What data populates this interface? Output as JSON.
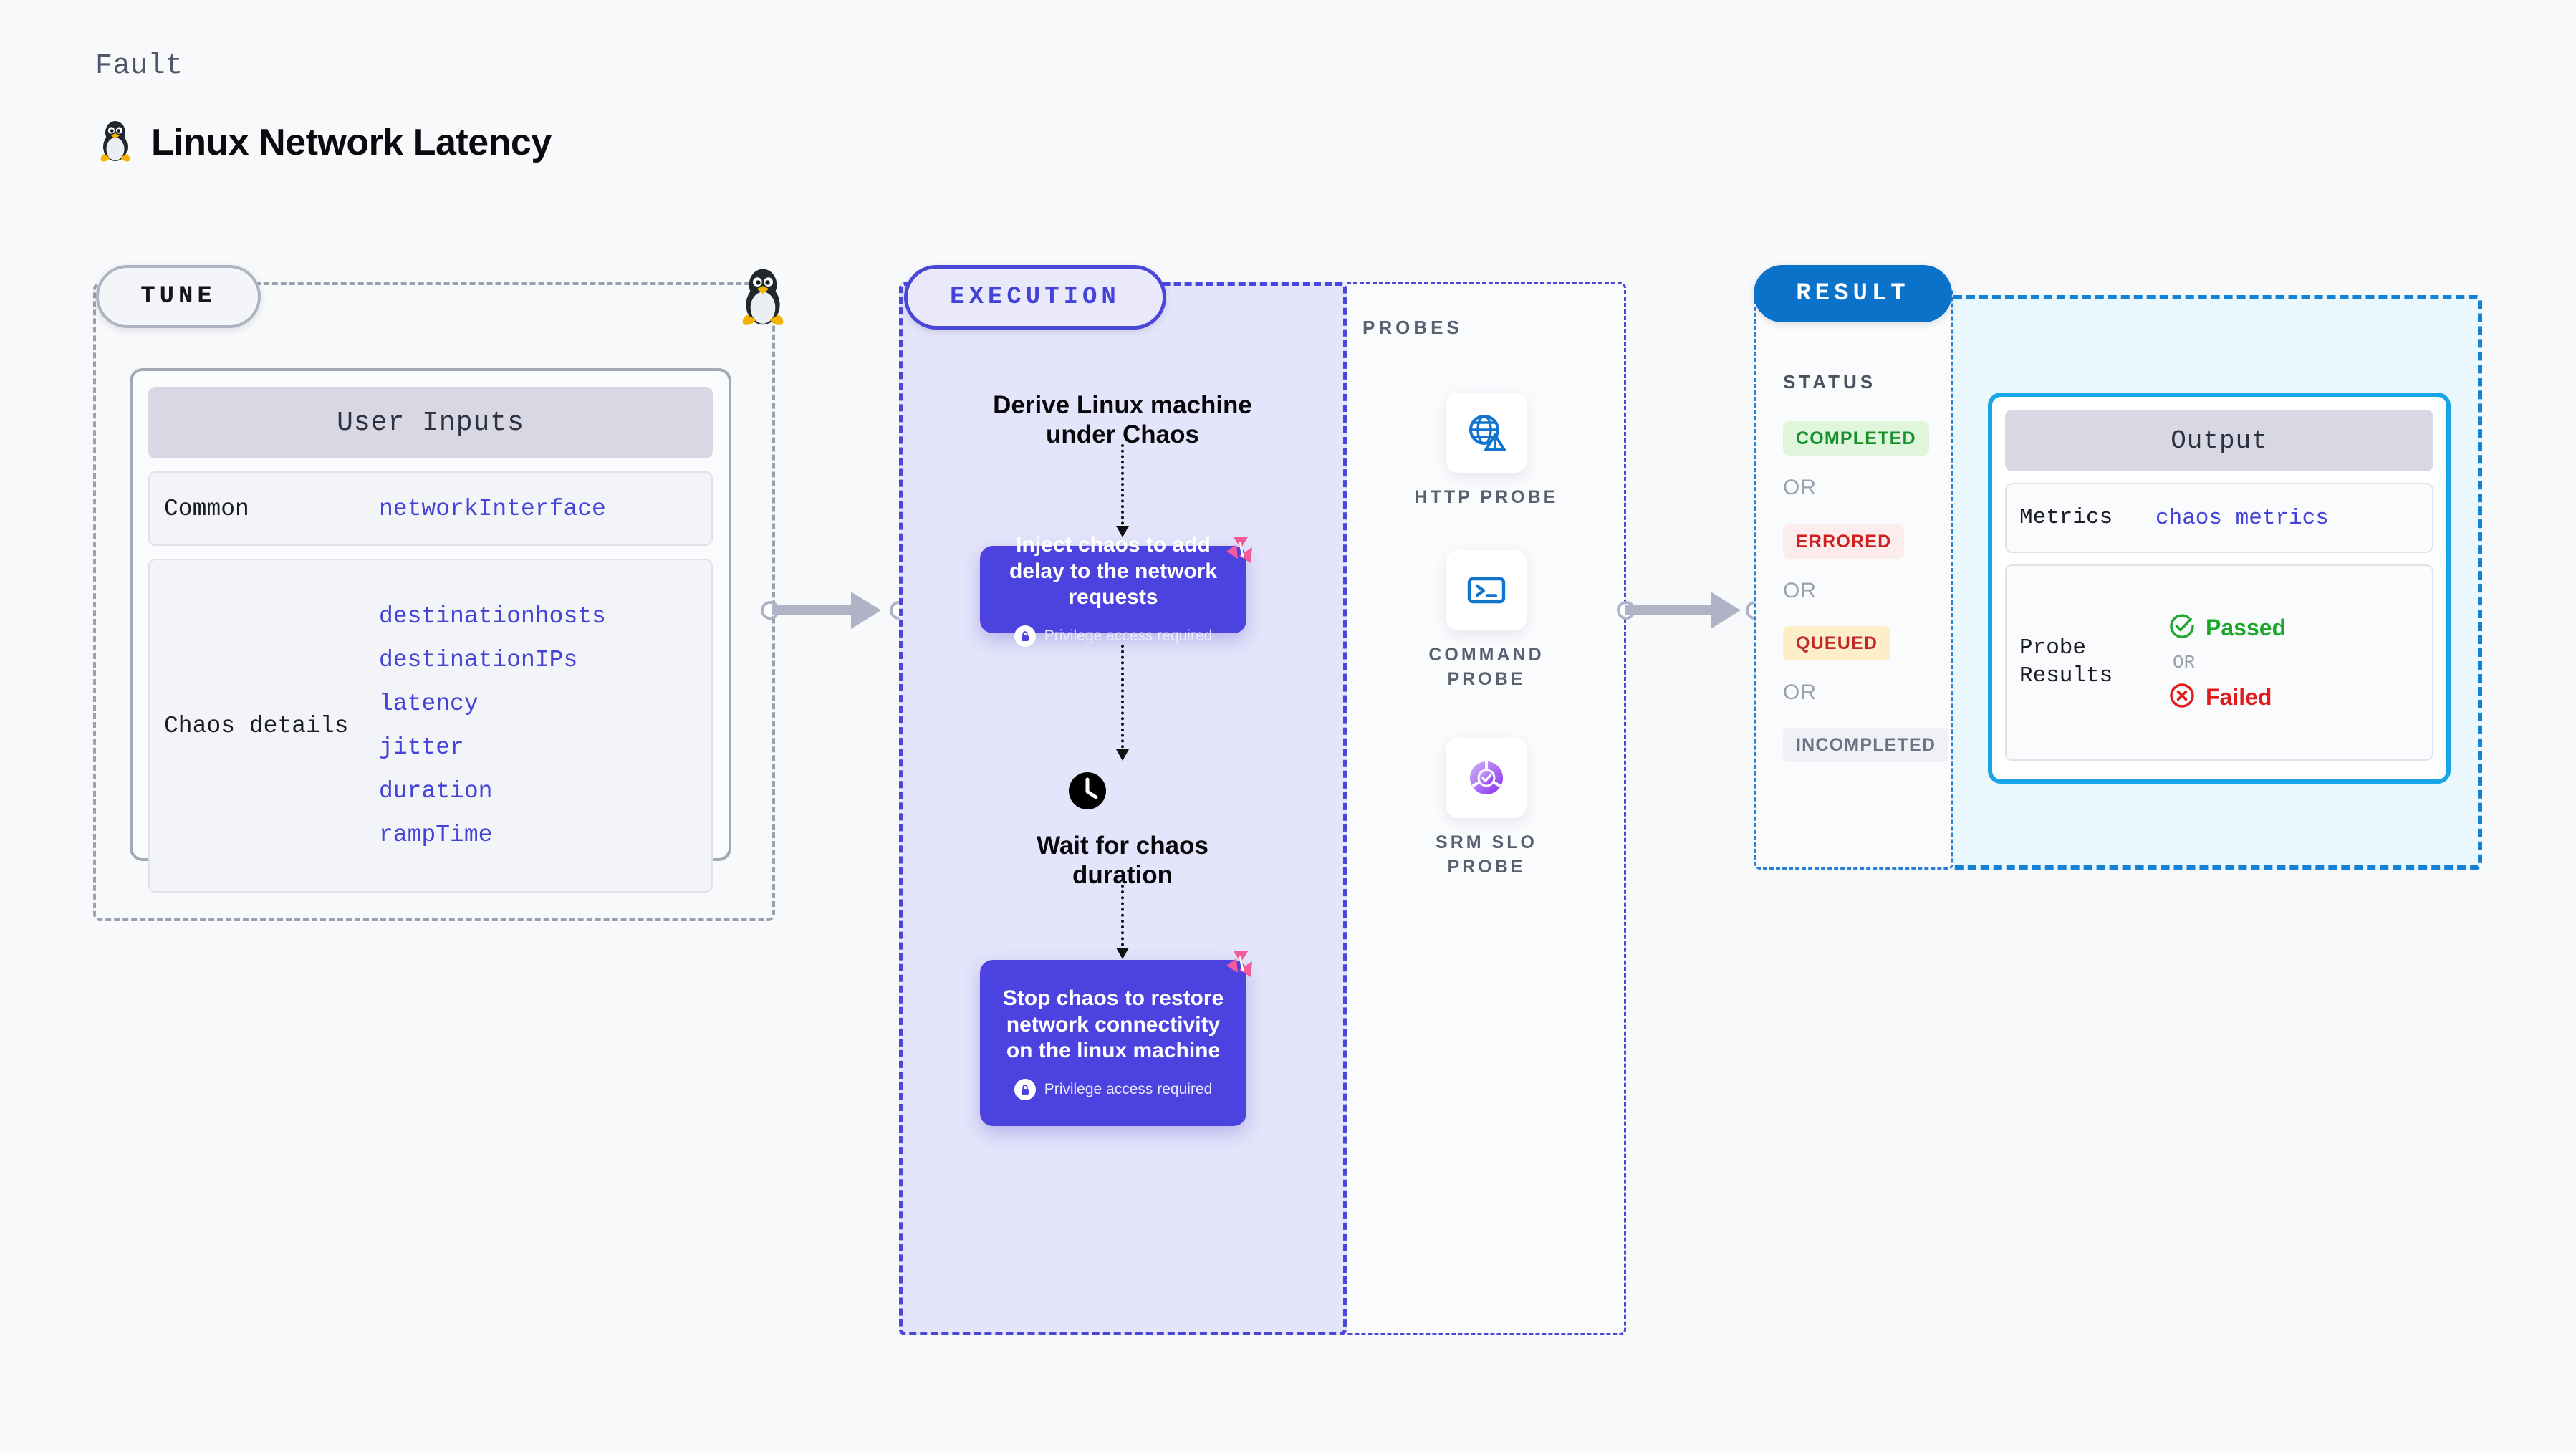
{
  "header": {
    "kicker": "Fault",
    "title": "Linux Network Latency",
    "icon": "linux-penguin-icon"
  },
  "tune": {
    "pill_label": "TUNE",
    "card_header": "User Inputs",
    "corner_icon": "linux-penguin-icon",
    "groups": [
      {
        "label": "Common",
        "values": [
          "networkInterface"
        ]
      },
      {
        "label": "Chaos details",
        "values": [
          "destinationhosts",
          "destinationIPs",
          "latency",
          "jitter",
          "duration",
          "rampTime"
        ]
      }
    ]
  },
  "execution": {
    "pill_label": "EXECUTION",
    "derive_title": "Derive Linux machine under Chaos",
    "wait_title": "Wait for chaos duration",
    "wait_icon": "clock-icon",
    "steps": [
      {
        "text": "Inject chaos to add delay to the network requests",
        "privilege_note": "Privilege access required",
        "privilege_icon": "lock-icon",
        "badge_icon": "litmus-logo-icon"
      },
      {
        "text": "Stop chaos to restore network connectivity on the linux machine",
        "privilege_note": "Privilege access required",
        "privilege_icon": "lock-icon",
        "badge_icon": "litmus-logo-icon"
      }
    ]
  },
  "probes": {
    "label": "PROBES",
    "items": [
      {
        "label": "HTTP PROBE",
        "icon": "globe-warning-icon"
      },
      {
        "label": "COMMAND PROBE",
        "icon": "terminal-icon"
      },
      {
        "label": "SRM SLO PROBE",
        "icon": "srm-slo-check-icon"
      }
    ]
  },
  "result": {
    "pill_label": "RESULT",
    "status_label": "STATUS",
    "or_label": "OR",
    "statuses": [
      {
        "label": "COMPLETED",
        "bg": "#dff5dc",
        "fg": "#17912b"
      },
      {
        "label": "ERRORED",
        "bg": "#fdecec",
        "fg": "#cf2020"
      },
      {
        "label": "QUEUED",
        "bg": "#fcefc7",
        "fg": "#c0272d"
      },
      {
        "label": "INCOMPLETED",
        "bg": "#f0f1f6",
        "fg": "#6b7285"
      }
    ],
    "output": {
      "header": "Output",
      "metrics_label": "Metrics",
      "metrics_value": "chaos metrics",
      "probe_results_label": "Probe Results",
      "or_label": "OR",
      "passed_label": "Passed",
      "passed_icon": "check-circle-icon",
      "failed_label": "Failed",
      "failed_icon": "x-circle-icon"
    }
  },
  "colors": {
    "execution_accent": "#4343d8",
    "result_accent": "#0b72c9",
    "output_accent": "#16a6e8",
    "value_blue": "#4343d8",
    "connector_grey": "#b0b3c6",
    "litmus_pink": "#f45b9a"
  }
}
